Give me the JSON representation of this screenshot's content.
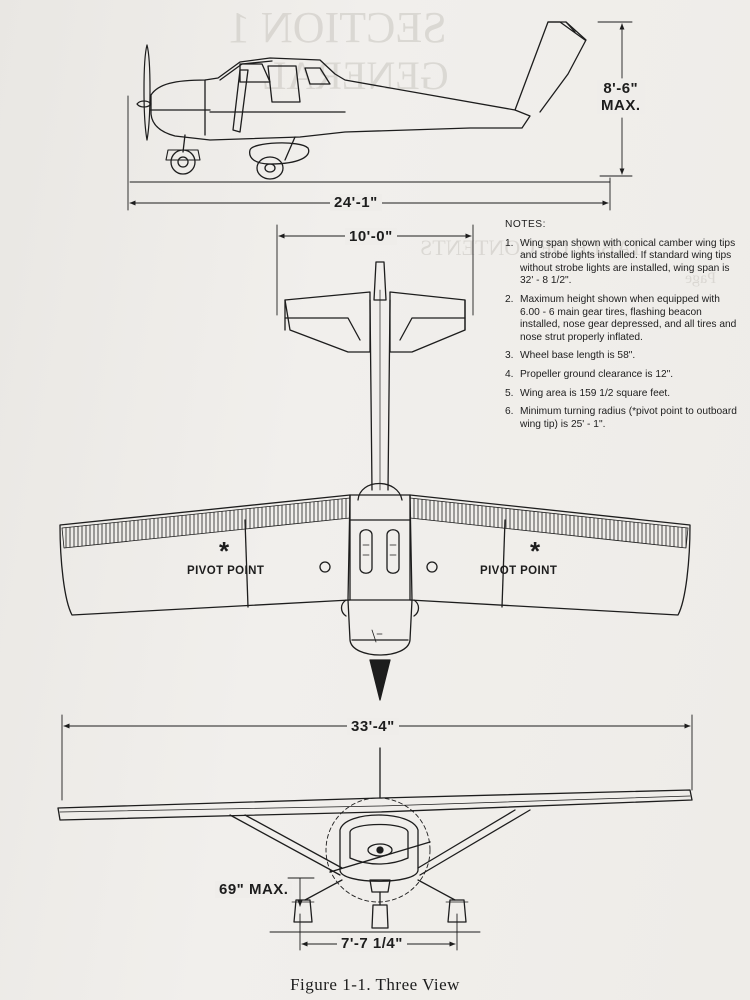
{
  "side_view": {
    "height_label": "8'-6\"",
    "height_suffix": "MAX.",
    "length_label": "24'-1\""
  },
  "top_view": {
    "stabilizer_label": "10'-0\"",
    "pivot_left": "PIVOT POINT",
    "pivot_right": "PIVOT POINT",
    "pivot_symbol": "*"
  },
  "front_view": {
    "span_label": "33'-4\"",
    "ground_clearance_label": "69\" MAX.",
    "tread_label": "7'-7 1/4\""
  },
  "notes": {
    "title": "NOTES:",
    "items": [
      {
        "num": "1.",
        "text": "Wing span shown with conical camber wing tips and strobe lights installed. If standard wing tips without strobe lights are installed, wing span is 32' - 8 1/2\"."
      },
      {
        "num": "2.",
        "text": "Maximum height shown when equipped with 6.00 - 6 main gear tires, flashing beacon installed, nose gear depressed, and all tires and nose strut properly inflated."
      },
      {
        "num": "3.",
        "text": "Wheel base length is 58\"."
      },
      {
        "num": "4.",
        "text": "Propeller ground clearance is 12\"."
      },
      {
        "num": "5.",
        "text": "Wing area is 159 1/2 square feet."
      },
      {
        "num": "6.",
        "text": "Minimum turning radius (*pivot point to outboard wing tip) is 25' - 1\"."
      }
    ]
  },
  "caption": "Figure 1-1.  Three View",
  "bleed_through": {
    "section": "SECTION 1",
    "general": "GENERAL",
    "contents": "TABLE OF CONTENTS",
    "page_word": "Page"
  },
  "colors": {
    "ink": "#1d1d1d",
    "paper": "#efedea",
    "bleed": "#c9c6c0"
  }
}
